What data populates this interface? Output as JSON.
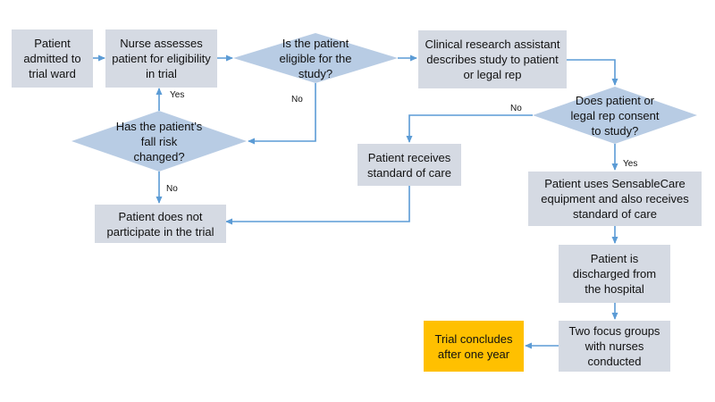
{
  "nodes": {
    "admitted": "Patient admitted to trial ward",
    "nurse_assess": "Nurse assesses patient for eligibility in trial",
    "eligible_q": "Is the patient eligible for the study?",
    "cra_describe": "Clinical research assistant describes study to patient or legal rep",
    "consent_q": "Does patient or legal rep consent to study?",
    "fall_risk_q": "Has the patient’s fall risk changed?",
    "standard_care": "Patient receives standard of care",
    "uses_equipment": "Patient uses SensableCare equipment and also receives standard of care",
    "not_participate": "Patient does not participate in the trial",
    "discharged": "Patient is discharged from the hospital",
    "focus_groups": "Two focus groups with nurses conducted",
    "trial_concludes": "Trial concludes after one year"
  },
  "edge_labels": {
    "eligible_no": "No",
    "fall_yes": "Yes",
    "fall_no": "No",
    "consent_no": "No",
    "consent_yes": "Yes"
  },
  "colors": {
    "box_fill": "#d5dae3",
    "diamond_fill": "#b8cce4",
    "arrow": "#5b9bd5",
    "final_fill": "#ffc000"
  }
}
